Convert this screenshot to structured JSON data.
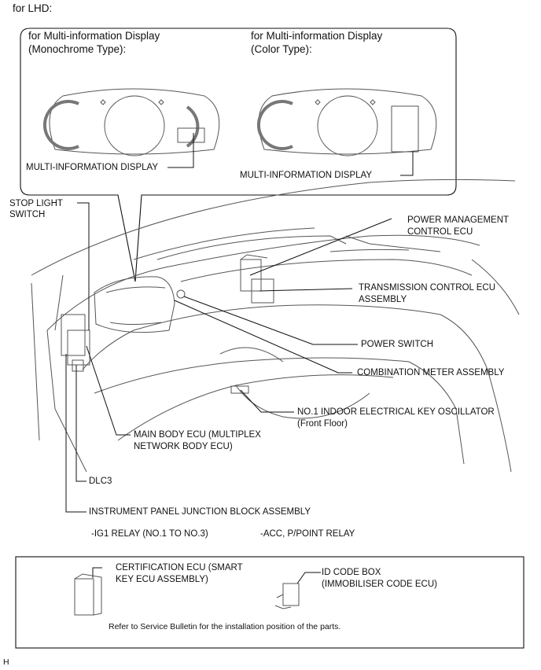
{
  "header": {
    "variant": "for LHD:"
  },
  "displays": {
    "mono": {
      "title_line1": "for Multi-information Display",
      "title_line2": "(Monochrome Type):",
      "label": "MULTI-INFORMATION DISPLAY"
    },
    "color": {
      "title_line1": "for Multi-information Display",
      "title_line2": "(Color Type):",
      "label": "MULTI-INFORMATION DISPLAY"
    }
  },
  "callouts": {
    "stop_light_switch": {
      "line1": "STOP LIGHT",
      "line2": "SWITCH"
    },
    "power_management_ecu": {
      "line1": "POWER MANAGEMENT",
      "line2": "CONTROL ECU"
    },
    "transmission_ecu": {
      "line1": "TRANSMISSION CONTROL ECU",
      "line2": "ASSEMBLY"
    },
    "power_switch": "POWER SWITCH",
    "combination_meter": "COMBINATION METER ASSEMBLY",
    "key_oscillator": {
      "line1": "NO.1 INDOOR ELECTRICAL KEY OSCILLATOR",
      "line2": "(Front Floor)"
    },
    "main_body_ecu": {
      "line1": "MAIN BODY ECU (MULTIPLEX",
      "line2": "NETWORK BODY ECU)"
    },
    "dlc3": "DLC3",
    "junction_block": "INSTRUMENT PANEL JUNCTION BLOCK ASSEMBLY",
    "ig1_relay": "-IG1 RELAY (NO.1 TO NO.3)",
    "acc_relay": "-ACC, P/POINT RELAY"
  },
  "bottom_box": {
    "certification_ecu": {
      "line1": "CERTIFICATION ECU (SMART",
      "line2": "KEY ECU ASSEMBLY)"
    },
    "id_code_box": {
      "line1": "ID CODE BOX",
      "line2": "(IMMOBILISER CODE ECU)"
    },
    "note": "Refer to Service Bulletin for the installation position of the parts."
  },
  "footer": {
    "mark": "H"
  },
  "colors": {
    "line": "#111111",
    "drawing": "#555555"
  }
}
